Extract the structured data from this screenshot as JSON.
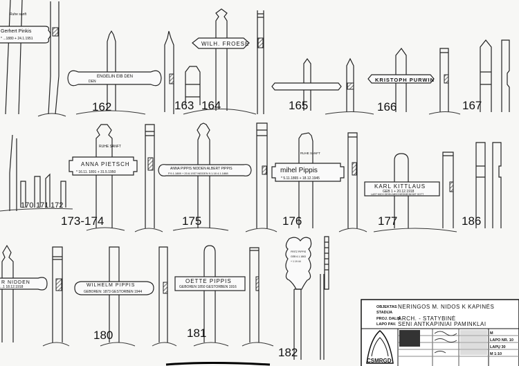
{
  "drawing": {
    "top_left": {
      "line1": "Ruhe sanft",
      "name": "Gerhert Pinkis",
      "dates": "* ...1880 + 24.1.1951"
    },
    "n162": {
      "label": "162",
      "inscription1": "ENGELIN EIB DEN",
      "inscription2": "DEN"
    },
    "n163": {
      "label": "163"
    },
    "n164": {
      "label": "164",
      "inscription": "WILH. FROESE"
    },
    "n165": {
      "label": "165"
    },
    "n166": {
      "label": "166",
      "inscription": "KRISTOPH PURWIN"
    },
    "n167": {
      "label": "167"
    },
    "n170": {
      "label": "170"
    },
    "n171": {
      "label": "171"
    },
    "n172": {
      "label": "172"
    },
    "n173": {
      "label": "173-174",
      "top": "RUHE SANFT",
      "name": "ANNA PIETSCH",
      "dates": "* 16.11. 1891 + 31.5.1950"
    },
    "n175": {
      "label": "175",
      "name": "ANNA PIPPIS NIDDEN ALBERT PIPPIS",
      "dates": "P.9.1.1889 + 20.6.1937 NIDDEN 9.1.18 4.1.1888"
    },
    "n176": {
      "label": "176",
      "top": "RUHE SANFT",
      "name": "mihel Pippis",
      "dates": "* 5.11.1865 + 18.12.1945"
    },
    "n177": {
      "label": "177",
      "name": "KARL KITTLAUS",
      "dates": "GEB 1 + 20.12.1918",
      "small": "LAST MICH GEHN ABSCHIEDNEHM MIT GOTT"
    },
    "n186": {
      "label": "186"
    },
    "row3_left": {
      "name": "R NIDDEN",
      "dates": "...1 18.12.1918"
    },
    "n180": {
      "label": "180",
      "name": "WILHELM PIPPIS",
      "dates": "GEBOREN: 1873 GESTORBEN 1944"
    },
    "n181": {
      "label": "181",
      "name": "OETTE PIPPIS",
      "dates": "GEBOREN 1850 GESTORBEN 1916"
    },
    "n182": {
      "label": "182",
      "inscription1": "FRITZ PIPPIS",
      "inscription2": "GEB 6.1.1863",
      "inscription3": "+ 1 19 44"
    }
  },
  "title_block": {
    "object_label": "OBJEKTAS",
    "object_value": "NERINGOS M. NIDOS K KAPINĖS",
    "stage_label": "STADIJA",
    "stage_value": "",
    "part_label": "PROJ. DALIS",
    "part_value": "ARCH. - STATYBINĖ",
    "sheet_label": "LAPO PAV.",
    "sheet_value": "SENI ANTKAPINIAI PAMINKLAI",
    "logo": "CSMRGD",
    "right_col": [
      "M",
      "LAPO NR. 10",
      "LAPŲ 30",
      "M 1:10"
    ]
  }
}
